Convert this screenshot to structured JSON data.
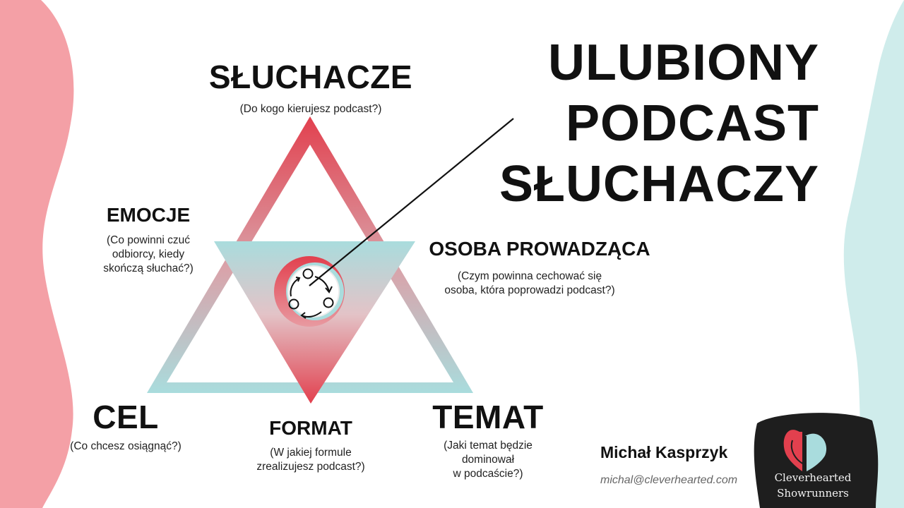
{
  "title_lines": [
    "ULUBIONY",
    "PODCAST",
    "SŁUCHACZY"
  ],
  "nodes": {
    "sluchacze": {
      "label": "SŁUCHACZE",
      "question": "(Do kogo kierujesz podcast?)"
    },
    "emocje": {
      "label": "EMOCJE",
      "question_lines": [
        "(Co powinni czuć",
        "odbiorcy, kiedy",
        "skończą słuchać?)"
      ]
    },
    "osoba": {
      "label": "OSOBA PROWADZĄCA",
      "question_lines": [
        "(Czym powinna cechować się",
        "osoba, która poprowadzi podcast?)"
      ]
    },
    "cel": {
      "label": "CEL",
      "question": "(Co chcesz osiągnąć?)"
    },
    "format": {
      "label": "FORMAT",
      "question_lines": [
        "(W jakiej formule",
        "zrealizujesz podcast?)"
      ]
    },
    "temat": {
      "label": "TEMAT",
      "question_lines": [
        "(Jaki temat będzie",
        "dominował",
        "w podcaście?)"
      ]
    }
  },
  "author": {
    "name": "Michał Kasprzyk",
    "email": "michal@cleverhearted.com"
  },
  "logo": {
    "line1": "Cleverhearted",
    "line2": "Showrunners"
  },
  "colors": {
    "red": "#e2404e",
    "teal": "#a9dcdd",
    "pink_blob": "#f4a0a6",
    "teal_blob": "#cfeceb",
    "dark": "#1e1e1e"
  }
}
